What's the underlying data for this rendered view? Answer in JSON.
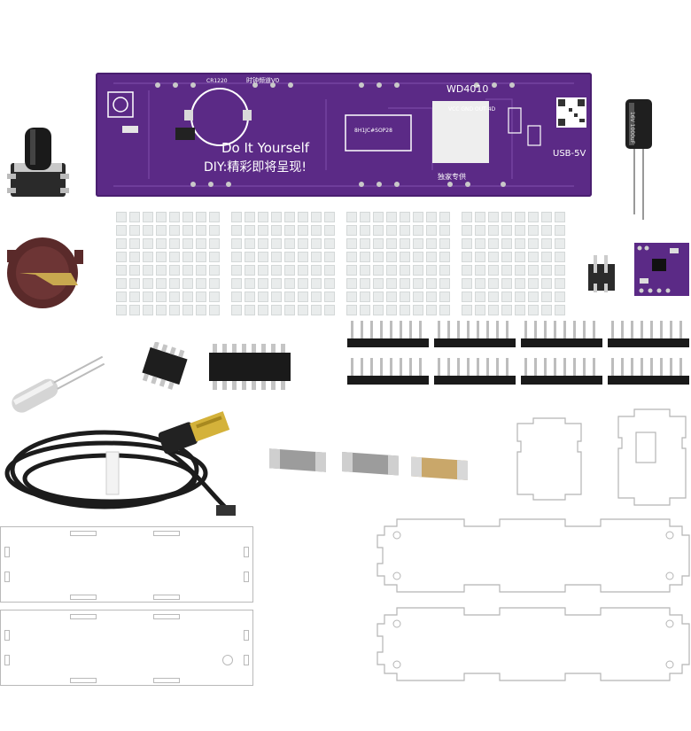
{
  "pcb": {
    "slogan": "Do It Yourself",
    "slogan2": "DIY:精彩即将呈现!",
    "model": "WD4010",
    "usb_label": "USB-5V",
    "chip_label": "8H1JC#SOP28",
    "battery_label": "CR1220",
    "top_label": "时钟频道V0",
    "vcc_label": "VCC GND OUT 4D",
    "shop_label": "独家专供",
    "color": "#5b2a86"
  },
  "capacitor": {
    "label": "16V 1000uF",
    "color": "#222222"
  },
  "led_matrix_count": 4,
  "header_rows": 2,
  "smd_caps": [
    {
      "color": "#b8b8b8"
    },
    {
      "color": "#b8b8b8"
    },
    {
      "color": "#c9a76a"
    }
  ]
}
